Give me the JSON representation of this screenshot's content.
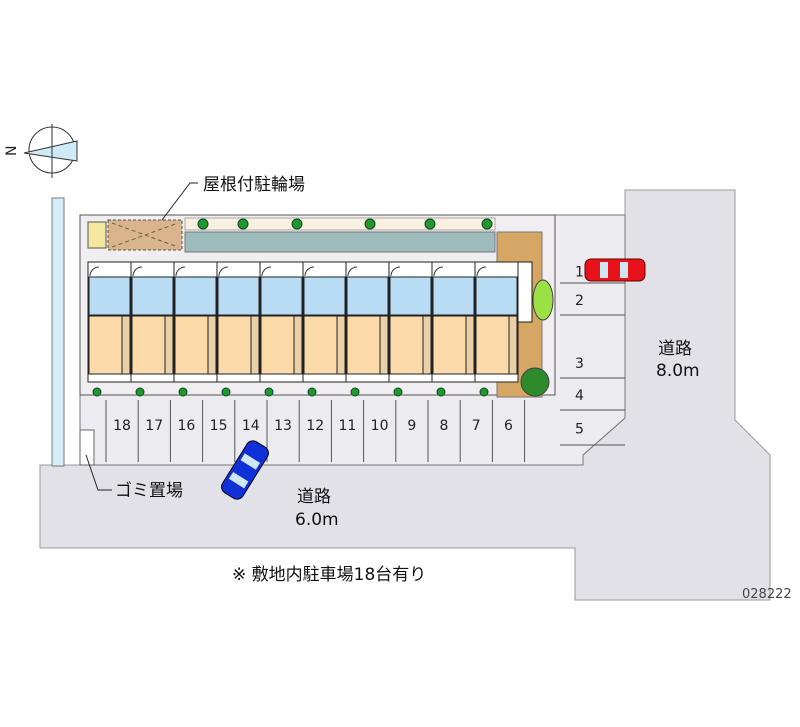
{
  "labels": {
    "bicycle_parking": "屋根付駐輪場",
    "garbage": "ゴミ置場",
    "road_east_name": "道路",
    "road_east_width": "8.0m",
    "road_south_name": "道路",
    "road_south_width": "6.0m",
    "note": "※ 敷地内駐車場18台有り",
    "property_code": "028222",
    "compass_north": "N"
  },
  "parking_south": [
    "18",
    "17",
    "16",
    "15",
    "14",
    "13",
    "12",
    "11",
    "10",
    "9",
    "8",
    "7",
    "6"
  ],
  "parking_east": [
    "1",
    "2",
    "3",
    "4",
    "5"
  ],
  "unit_count": 10,
  "colors": {
    "road": "#e2e1e7",
    "lot": "#ececf0",
    "room_floor": "#fbd9a8",
    "wet_area": "#b9dcf5",
    "tree": "#1f9a2a",
    "car_red": "#e8131a",
    "car_blue": "#1030d8"
  }
}
